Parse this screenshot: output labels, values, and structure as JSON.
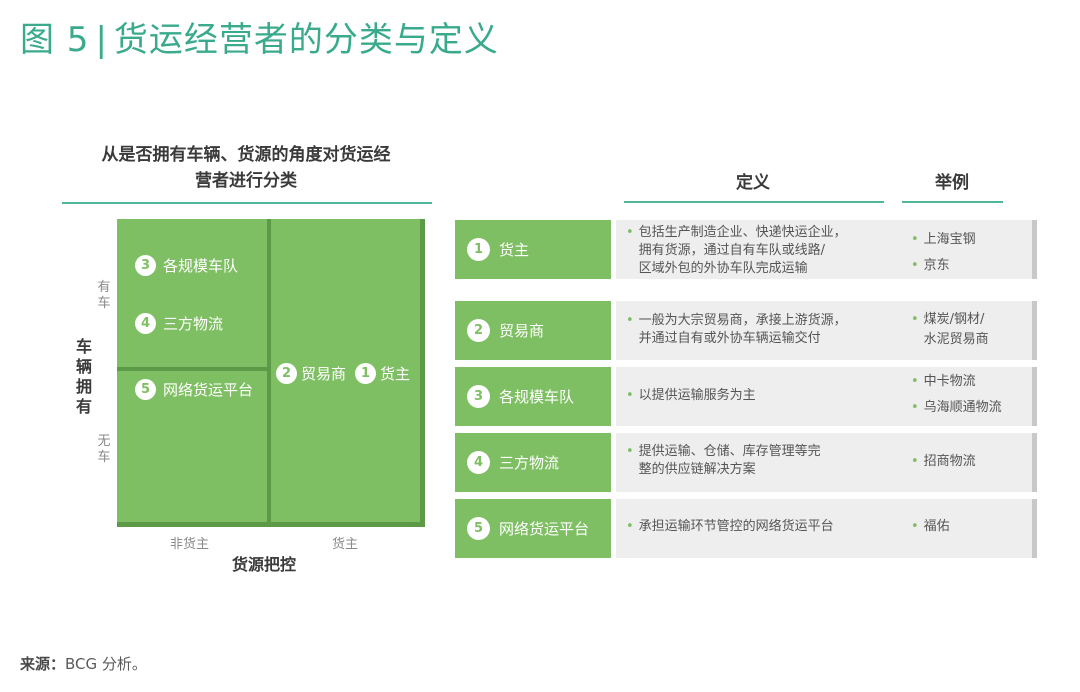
{
  "figure": {
    "label": "图 5",
    "separator": "|",
    "title": "货运经营者的分类与定义"
  },
  "matrix": {
    "heading": [
      "从是否拥有车辆、货源的角度对货运经",
      "营者进行分类"
    ],
    "y_axis_title": [
      "车",
      "辆",
      "拥",
      "有"
    ],
    "y_tick_top": [
      "有",
      "车"
    ],
    "y_tick_bottom": [
      "无",
      "车"
    ],
    "x_axis_title": "货源把控",
    "x_tick_left": "非货主",
    "x_tick_right": "货主",
    "items": [
      {
        "num": "3",
        "label": "各规模车队"
      },
      {
        "num": "4",
        "label": "三方物流"
      },
      {
        "num": "5",
        "label": "网络货运平台"
      },
      {
        "num": "2",
        "label": "贸易商"
      },
      {
        "num": "1",
        "label": "货主"
      }
    ]
  },
  "table": {
    "col_definition": "定义",
    "col_example": "举例",
    "bullet": "•",
    "rows": [
      {
        "num": "1",
        "label": "货主",
        "definition": [
          "包括生产制造企业、快递快运企业，",
          "拥有货源，通过自有车队或线路/",
          "区域外包的外协车队完成运输"
        ],
        "examples": [
          "上海宝钢",
          "京东"
        ]
      },
      {
        "num": "2",
        "label": "贸易商",
        "definition": [
          "一般为大宗贸易商，承接上游货源，",
          "并通过自有或外协车辆运输交付"
        ],
        "examples": [
          "煤炭/钢材/",
          "水泥贸易商"
        ]
      },
      {
        "num": "3",
        "label": "各规模车队",
        "definition": [
          "以提供运输服务为主"
        ],
        "examples": [
          "中卡物流",
          "乌海顺通物流"
        ]
      },
      {
        "num": "4",
        "label": "三方物流",
        "definition": [
          "提供运输、仓储、库存管理等完",
          "整的供应链解决方案"
        ],
        "examples": [
          "招商物流"
        ]
      },
      {
        "num": "5",
        "label": "网络货运平台",
        "definition": [
          "承担运输环节管控的网络货运平台"
        ],
        "examples": [
          "福佑"
        ]
      }
    ]
  },
  "source": {
    "label": "来源：",
    "text": "BCG 分析。"
  }
}
